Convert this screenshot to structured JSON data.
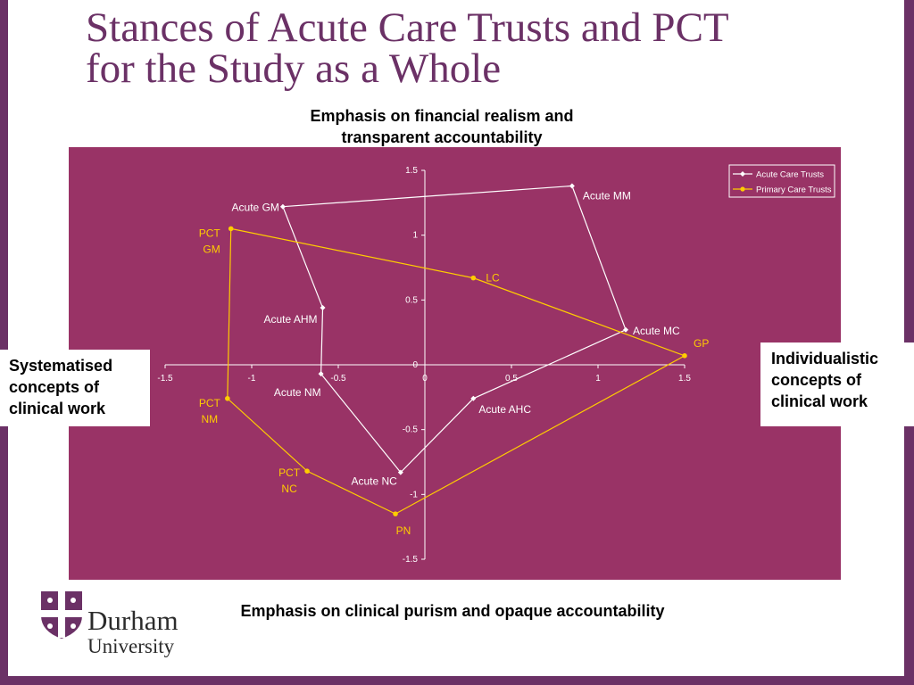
{
  "slide": {
    "title_line1": "Stances of Acute Care Trusts and PCT",
    "title_line2": "for the Study as a Whole",
    "top_note_line1": "Emphasis on financial realism and",
    "top_note_line2": "transparent accountability",
    "bottom_note": "Emphasis on clinical purism and opaque accountability",
    "left_note": [
      "Systematised",
      "concepts of",
      "clinical work"
    ],
    "right_note": [
      "Individualistic",
      "concepts of",
      "clinical work"
    ]
  },
  "logo": {
    "name": "Durham",
    "sub": "University",
    "color": "#6b3166"
  },
  "colors": {
    "frame": "#6b3166",
    "plot_bg": "#993366",
    "acute": "#ffffff",
    "pct": "#ffcc00",
    "axis": "#ffffff"
  },
  "chart_data": {
    "type": "scatter",
    "xlim": [
      -1.5,
      1.5
    ],
    "ylim": [
      -1.5,
      1.5
    ],
    "x_ticks": [
      -1.5,
      -1,
      -0.5,
      0,
      0.5,
      1,
      1.5
    ],
    "y_ticks": [
      1.5,
      1,
      0.5,
      0,
      -0.5,
      -1,
      -1.5
    ],
    "grid": false,
    "legend": "top-right",
    "series": [
      {
        "name": "Acute Care Trusts",
        "marker": "diamond",
        "closed": true,
        "points": [
          {
            "label": "Acute GM",
            "x": -0.82,
            "y": 1.22
          },
          {
            "label": "Acute MM",
            "x": 0.85,
            "y": 1.38
          },
          {
            "label": "Acute MC",
            "x": 1.16,
            "y": 0.27
          },
          {
            "label": "Acute AHC",
            "x": 0.28,
            "y": -0.26
          },
          {
            "label": "Acute NC",
            "x": -0.14,
            "y": -0.83
          },
          {
            "label": "Acute NM",
            "x": -0.6,
            "y": -0.07
          },
          {
            "label": "Acute AHM",
            "x": -0.59,
            "y": 0.44
          }
        ]
      },
      {
        "name": "Primary Care Trusts",
        "marker": "circle",
        "closed": true,
        "points": [
          {
            "label": "PCT GM",
            "x": -1.12,
            "y": 1.05
          },
          {
            "label": "LC",
            "x": 0.28,
            "y": 0.67
          },
          {
            "label": "GP",
            "x": 1.5,
            "y": 0.07
          },
          {
            "label": "PN",
            "x": -0.17,
            "y": -1.15
          },
          {
            "label": "PCT NC",
            "x": -0.68,
            "y": -0.82
          },
          {
            "label": "PCT NM",
            "x": -1.14,
            "y": -0.26
          }
        ]
      }
    ]
  }
}
